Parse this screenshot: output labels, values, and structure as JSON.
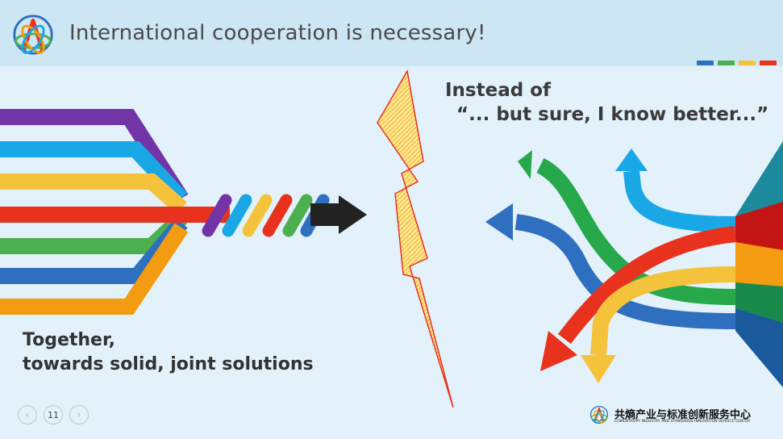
{
  "slide": {
    "title": "International cooperation is necessary!",
    "instead_line1": "Instead of",
    "instead_line2": "“... but sure, I know better...”",
    "together_line1": "Together,",
    "together_line2": "towards solid, joint solutions",
    "page_number": "11",
    "prev_icon": "‹",
    "next_icon": "›"
  },
  "footer": {
    "org_name_cn": "共熵产业与标准创新服务中心",
    "org_name_en": "COMENTROPY INDUSTRY AND STANDARDS INNOVATION SERVICE CENTER"
  },
  "icons": {
    "logo": "atom-logo-icon",
    "prev": "chevron-left-icon",
    "next": "chevron-right-icon",
    "arrow": "arrow-right-icon",
    "lightning": "lightning-bolt-icon"
  },
  "colors": {
    "purple": "#7334a8",
    "cyan": "#1aa7e6",
    "yellow": "#f5c33b",
    "red": "#e8321e",
    "green": "#4caf50",
    "blue": "#2f6fbf",
    "orange": "#f39c12",
    "dark": "#222222",
    "header_bg": "#cde6f3",
    "slide_bg": "#e3f1fa"
  }
}
